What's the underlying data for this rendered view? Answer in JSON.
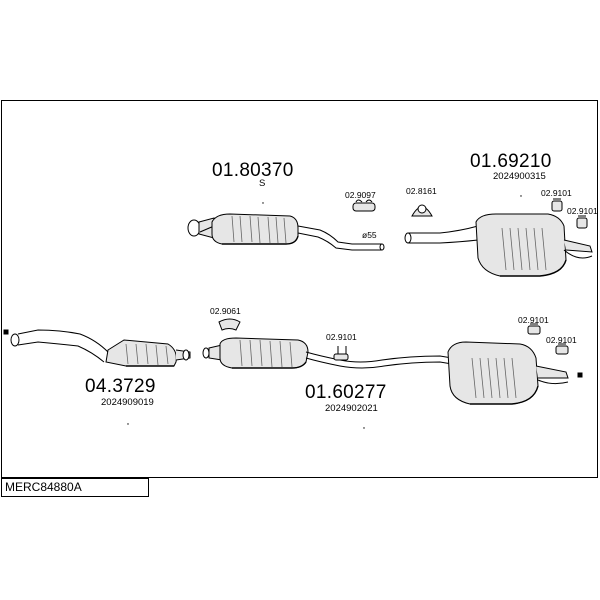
{
  "document_code": "MERC84880A",
  "parts": {
    "front_muffler": {
      "number": "01.80370",
      "note": "S"
    },
    "rear_muffler_top": {
      "number": "01.69210",
      "oe": "2024900315"
    },
    "catalyst": {
      "number": "04.3729",
      "oe": "2024909019"
    },
    "middle_muffler": {
      "number": "01.60277",
      "oe": "2024902021"
    },
    "pipe_diameter_label": "ø55"
  },
  "fittings": {
    "f1": "02.9097",
    "f2": "02.8161",
    "f3": "02.9101",
    "f4": "02.9101",
    "f5": "02.9061",
    "f6": "02.9101",
    "f7": "02.9101",
    "f8": "02.9101"
  },
  "colors": {
    "line": "#000000",
    "fill_light": "#e6e6e6",
    "fill_mid": "#bdbdbd"
  }
}
